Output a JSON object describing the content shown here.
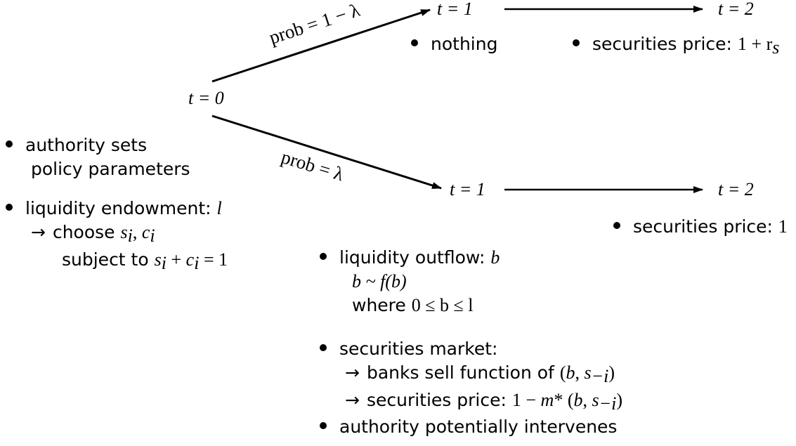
{
  "branch_top": {
    "prob_label": "prob = 1 − λ",
    "t1": "t = 1",
    "t2": "t = 2",
    "t1_note": "nothing",
    "t2_note_text": "securities price:",
    "t2_note_math_a": "1 + r",
    "t2_note_math_sub": "s"
  },
  "t0": {
    "label": "t = 0",
    "notes": {
      "authority_line1": "authority sets",
      "authority_line2": "policy parameters",
      "endowment_text": "liquidity endowment:",
      "endowment_var": "l",
      "choose_text": "choose",
      "choose_math": "s_i, c_i",
      "subject_text": "subject to",
      "subject_math": "s_i + c_i = 1"
    }
  },
  "branch_bottom": {
    "prob_label": "prob = λ",
    "t1": "t = 1",
    "t2": "t = 2",
    "t2_note_text": "securities price:",
    "t2_note_math": "1",
    "t1_notes": {
      "outflow_text": "liquidity outflow:",
      "outflow_var": "b",
      "dist": "b ~ f(b)",
      "where_text": "where",
      "where_math": "0 ≤ b ≤ l",
      "market_text": "securities market:",
      "sell_text": "banks sell function of",
      "sell_math": "(b, s_−i)",
      "price_text": "securities price:",
      "price_math": "1 − m* (b, s_−i)",
      "intervene_text": "authority potentially intervenes"
    }
  },
  "colors": {
    "ink": "#000000",
    "background": "#ffffff"
  }
}
